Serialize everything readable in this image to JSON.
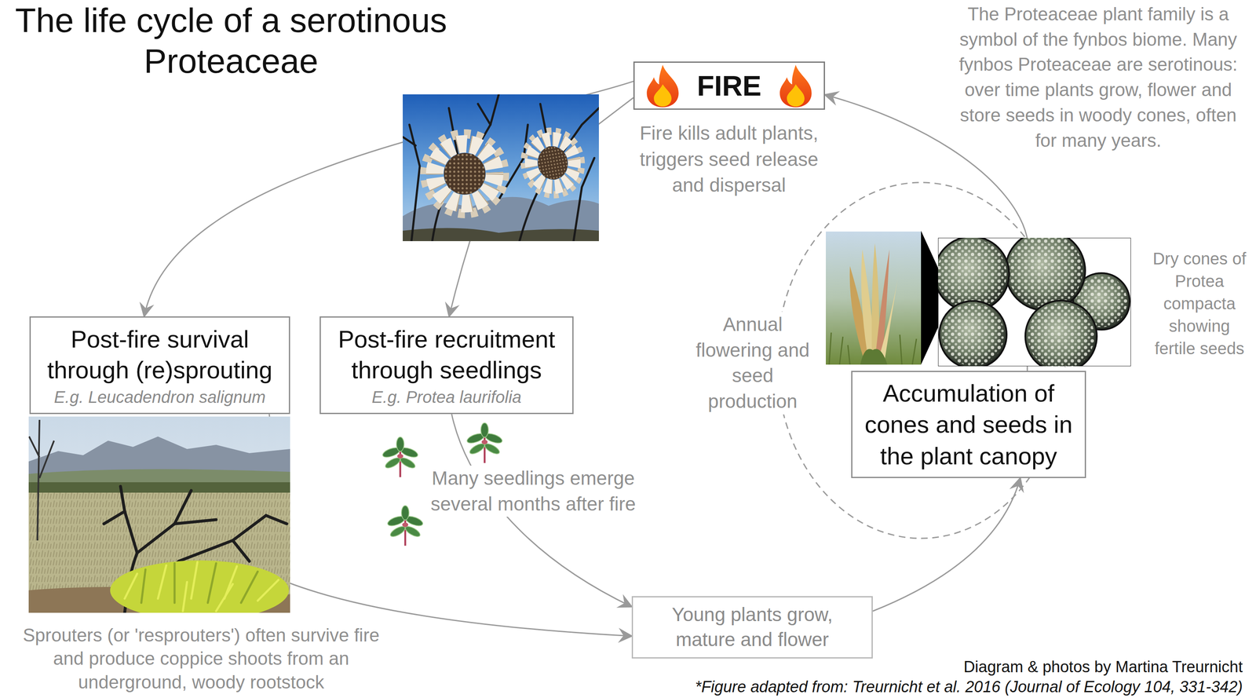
{
  "diagram": {
    "title": "The life cycle of a serotinous Proteaceae",
    "nodes": [
      {
        "text": [
          "FIRE"
        ]
      },
      {
        "text": [
          "Post-fire survival through (re)sprouting",
          "E.g. Leucadendron salignum"
        ]
      },
      {
        "text": [
          "Post-fire recruitment through seedlings",
          "E.g. Protea laurifolia"
        ]
      },
      {
        "text": [
          "Accumulation of cones and seeds in the plant canopy"
        ]
      },
      {
        "text": [
          "Young plants grow, mature and flower"
        ]
      }
    ],
    "edges": [
      {
        "from": 0,
        "to": 1,
        "arrow": "to"
      },
      {
        "from": 0,
        "to": 2,
        "arrow": "to"
      },
      {
        "from": 2,
        "to": 4,
        "arrow": "to",
        "label": "Many seedlings emerge several months after fire"
      },
      {
        "from": 1,
        "to": 4,
        "arrow": "to"
      },
      {
        "from": 4,
        "to": 3,
        "arrow": "to"
      },
      {
        "from": 3,
        "to": 0,
        "arrow": "to"
      }
    ],
    "labels": [
      "Fire kills adult plants, triggers seed release and dispersal",
      "The Proteaceae plant family is a symbol of the fynbos biome. Many fynbos Proteaceae are serotinous: over time plants grow, flower and store seeds in woody cones, often for many years.",
      "Annual flowering and seed production",
      "Dry cones of Protea compacta showing fertile seeds",
      "Sprouters (or 'resprouters') often survive fire and produce coppice shoots from an underground, woody rootstock",
      "Diagram & photos by Martina Treurnicht",
      "*Figure adapted from: Treurnicht et al. 2016 (Journal of Ecology 104, 331-342)"
    ]
  }
}
